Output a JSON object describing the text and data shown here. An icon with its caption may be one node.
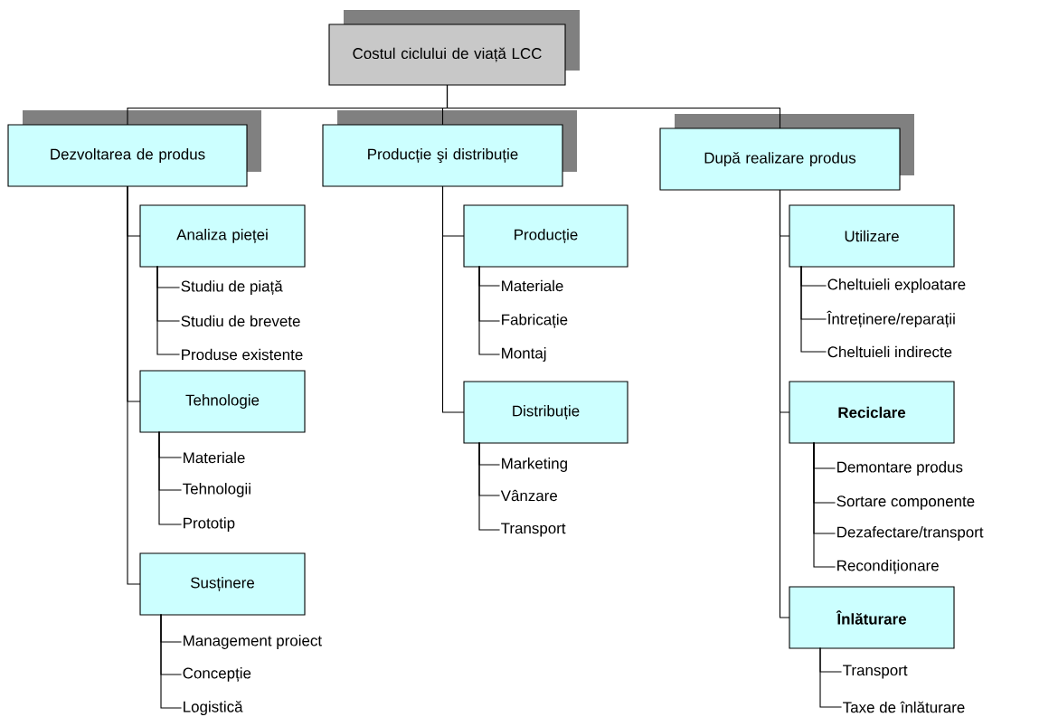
{
  "diagram": {
    "nodes": [
      {
        "text": [
          "Costul ciclului de viață LCC"
        ]
      },
      {
        "text": [
          "Dezvoltarea de produs"
        ]
      },
      {
        "text": [
          "Producție şi distribuție"
        ]
      },
      {
        "text": [
          "După realizare produs"
        ]
      },
      {
        "text": [
          "Analiza pieței"
        ]
      },
      {
        "text": [
          "Studiu de piață"
        ]
      },
      {
        "text": [
          "Studiu de brevete"
        ]
      },
      {
        "text": [
          "Produse existente"
        ]
      },
      {
        "text": [
          "Tehnologie"
        ]
      },
      {
        "text": [
          "Materiale"
        ]
      },
      {
        "text": [
          "Tehnologii"
        ]
      },
      {
        "text": [
          "Prototip"
        ]
      },
      {
        "text": [
          "Susținere"
        ]
      },
      {
        "text": [
          "Management proiect"
        ]
      },
      {
        "text": [
          "Concepție"
        ]
      },
      {
        "text": [
          "Logistică"
        ]
      },
      {
        "text": [
          "Producție"
        ]
      },
      {
        "text": [
          "Materiale"
        ]
      },
      {
        "text": [
          "Fabricație"
        ]
      },
      {
        "text": [
          "Montaj"
        ]
      },
      {
        "text": [
          "Distribuție"
        ]
      },
      {
        "text": [
          "Marketing"
        ]
      },
      {
        "text": [
          "Vânzare"
        ]
      },
      {
        "text": [
          "Transport"
        ]
      },
      {
        "text": [
          "Utilizare"
        ]
      },
      {
        "text": [
          "Cheltuieli exploatare"
        ]
      },
      {
        "text": [
          "Întreținere/reparații"
        ]
      },
      {
        "text": [
          "Cheltuieli indirecte"
        ]
      },
      {
        "text": [
          "Reciclare"
        ]
      },
      {
        "text": [
          "Demontare produs"
        ]
      },
      {
        "text": [
          "Sortare componente"
        ]
      },
      {
        "text": [
          "Dezafectare/transport"
        ]
      },
      {
        "text": [
          "Recondiționare"
        ]
      },
      {
        "text": [
          "Înlăturare"
        ]
      },
      {
        "text": [
          "Transport"
        ]
      },
      {
        "text": [
          "Taxe de înlăturare"
        ]
      }
    ],
    "edges": [
      {
        "from": 0,
        "to": 1,
        "arrow": "none"
      },
      {
        "from": 0,
        "to": 2,
        "arrow": "none"
      },
      {
        "from": 0,
        "to": 3,
        "arrow": "none"
      },
      {
        "from": 1,
        "to": 4,
        "arrow": "none"
      },
      {
        "from": 1,
        "to": 8,
        "arrow": "none"
      },
      {
        "from": 1,
        "to": 12,
        "arrow": "none"
      },
      {
        "from": 4,
        "to": 5,
        "arrow": "none"
      },
      {
        "from": 4,
        "to": 6,
        "arrow": "none"
      },
      {
        "from": 4,
        "to": 7,
        "arrow": "none"
      },
      {
        "from": 8,
        "to": 9,
        "arrow": "none"
      },
      {
        "from": 8,
        "to": 10,
        "arrow": "none"
      },
      {
        "from": 8,
        "to": 11,
        "arrow": "none"
      },
      {
        "from": 12,
        "to": 13,
        "arrow": "none"
      },
      {
        "from": 12,
        "to": 14,
        "arrow": "none"
      },
      {
        "from": 12,
        "to": 15,
        "arrow": "none"
      },
      {
        "from": 2,
        "to": 16,
        "arrow": "none"
      },
      {
        "from": 2,
        "to": 20,
        "arrow": "none"
      },
      {
        "from": 16,
        "to": 17,
        "arrow": "none"
      },
      {
        "from": 16,
        "to": 18,
        "arrow": "none"
      },
      {
        "from": 16,
        "to": 19,
        "arrow": "none"
      },
      {
        "from": 20,
        "to": 21,
        "arrow": "none"
      },
      {
        "from": 20,
        "to": 22,
        "arrow": "none"
      },
      {
        "from": 20,
        "to": 23,
        "arrow": "none"
      },
      {
        "from": 3,
        "to": 24,
        "arrow": "none"
      },
      {
        "from": 3,
        "to": 28,
        "arrow": "none"
      },
      {
        "from": 3,
        "to": 33,
        "arrow": "none"
      },
      {
        "from": 24,
        "to": 25,
        "arrow": "none"
      },
      {
        "from": 24,
        "to": 26,
        "arrow": "none"
      },
      {
        "from": 24,
        "to": 27,
        "arrow": "none"
      },
      {
        "from": 28,
        "to": 29,
        "arrow": "none"
      },
      {
        "from": 28,
        "to": 30,
        "arrow": "none"
      },
      {
        "from": 28,
        "to": 31,
        "arrow": "none"
      },
      {
        "from": 28,
        "to": 32,
        "arrow": "none"
      },
      {
        "from": 33,
        "to": 34,
        "arrow": "none"
      },
      {
        "from": 33,
        "to": 35,
        "arrow": "none"
      }
    ]
  }
}
